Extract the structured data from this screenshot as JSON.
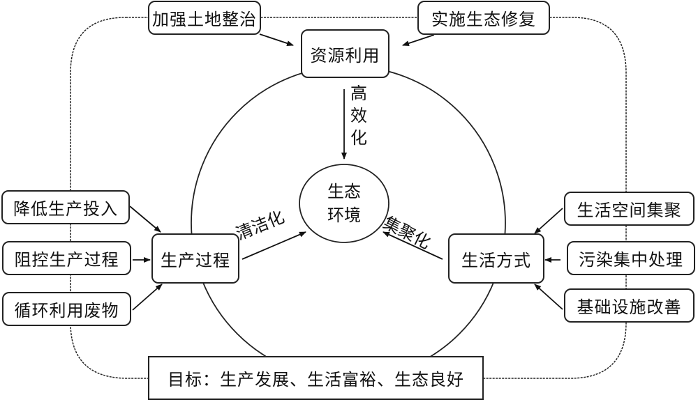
{
  "diagram": {
    "top_inputs": [
      {
        "id": "strengthen-land-consolidation",
        "label": "加强土地整治"
      },
      {
        "id": "implement-ecological-restoration",
        "label": "实施生态修复"
      }
    ],
    "resource_use": {
      "label": "资源利用",
      "flow_label": "高效化"
    },
    "center": {
      "line1": "生态",
      "line2": "环境"
    },
    "production": {
      "label": "生产过程",
      "flow_label": "清洁化",
      "inputs": [
        "降低生产投入",
        "阻控生产过程",
        "循环利用废物"
      ]
    },
    "living": {
      "label": "生活方式",
      "flow_label": "集聚化",
      "inputs": [
        "生活空间集聚",
        "污染集中处理",
        "基础设施改善"
      ]
    },
    "goal": {
      "label": "目标：生产发展、生活富裕、生态良好"
    }
  }
}
